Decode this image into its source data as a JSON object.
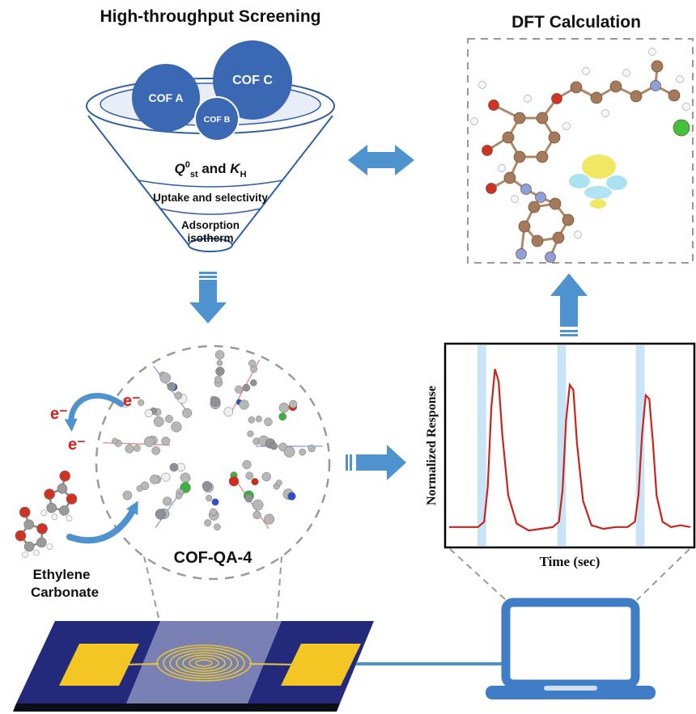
{
  "colors": {
    "accent_blue": "#4f93ce",
    "funnel_blue": "#2e5fa3",
    "cof_circle_fill": "#3a68b2",
    "electron_red": "#e01b1b",
    "chip_navy": "#232a7c",
    "pad_yellow": "#f3c623",
    "laptop_blue": "#3f7ec6",
    "dashed_gray": "#9a9a9a"
  },
  "header": {
    "screening_title": "High-throughput Screening",
    "dft_title": "DFT Calculation"
  },
  "funnel": {
    "cof_a": "COF A",
    "cof_b": "COF B",
    "cof_c": "COF C",
    "c1_q": "Q",
    "c1_sup": "0",
    "c1_sub": "st",
    "c1_mid": " and ",
    "c1_k": "K",
    "c1_ksub": "H",
    "c2": "Uptake and selectivity",
    "c3a": "Adsorption",
    "c3b": "isotherm"
  },
  "labels": {
    "cof_name": "COF-QA-4",
    "electron": "e⁻",
    "ethylene1": "Ethylene",
    "ethylene2": "Carbonate"
  },
  "chart_data": {
    "type": "line",
    "title": "",
    "xlabel": "Time (sec)",
    "ylabel": "Normalized Response",
    "x_range": [
      0,
      100
    ],
    "y_range": [
      0,
      1.05
    ],
    "grid": false,
    "legend": false,
    "line_color": "#c9241c",
    "band_color": "#c8e4f6",
    "exposure_bands": [
      [
        13,
        16.5
      ],
      [
        45,
        48.5
      ],
      [
        76.5,
        80
      ]
    ],
    "series": [
      {
        "name": "Normalized sensor response",
        "x": [
          0,
          6,
          12,
          14.5,
          16,
          17.5,
          19,
          20.5,
          22,
          24.5,
          28,
          33,
          38,
          43,
          45.5,
          47,
          48.5,
          50,
          51.5,
          53,
          55.5,
          59,
          64,
          69,
          74,
          77,
          78.5,
          80,
          81.5,
          83,
          84.5,
          86,
          88.5,
          92,
          96,
          100
        ],
        "y": [
          0.07,
          0.07,
          0.07,
          0.1,
          0.3,
          0.75,
          0.97,
          0.9,
          0.6,
          0.25,
          0.09,
          0.05,
          0.06,
          0.07,
          0.1,
          0.28,
          0.68,
          0.88,
          0.85,
          0.55,
          0.22,
          0.08,
          0.06,
          0.07,
          0.07,
          0.1,
          0.25,
          0.6,
          0.82,
          0.8,
          0.55,
          0.25,
          0.1,
          0.07,
          0.08,
          0.07
        ]
      }
    ]
  }
}
